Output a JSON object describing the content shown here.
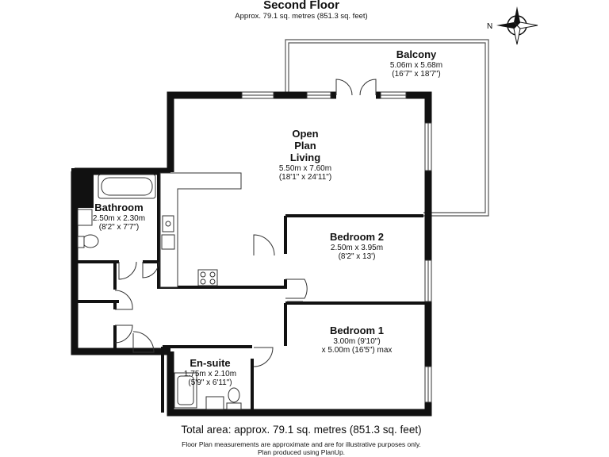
{
  "header": {
    "title": "Second Floor",
    "subtitle": "Approx. 79.1 sq. metres (851.3 sq. feet)"
  },
  "compass": {
    "label": "N"
  },
  "rooms": {
    "balcony": {
      "name": "Balcony",
      "dims": "5.06m x 5.68m",
      "imperial": "(16'7\" x 18'7\")"
    },
    "living": {
      "name_lines": [
        "Open",
        "Plan",
        "Living"
      ],
      "dims": "5.50m x 7.60m",
      "imperial": "(18'1\" x 24'11\")"
    },
    "bathroom": {
      "name": "Bathroom",
      "dims": "2.50m x 2.30m",
      "imperial": "(8'2\" x 7'7\")"
    },
    "bedroom2": {
      "name": "Bedroom 2",
      "dims": "2.50m x 3.95m",
      "imperial": "(8'2\" x 13')"
    },
    "bedroom1": {
      "name": "Bedroom 1",
      "dims": "3.00m (9'10\")",
      "imperial": "x 5.00m (16'5\") max"
    },
    "ensuite": {
      "name": "En-suite",
      "dims": "1.75m x 2.10m",
      "imperial": "(5'9\" x 6'11\")"
    }
  },
  "footer": {
    "total": "Total area: approx. 79.1 sq. metres (851.3 sq. feet)",
    "disclaimer_1": "Floor Plan measurements are approximate and are for illustrative purposes only.",
    "disclaimer_2": "Plan produced using PlanUp."
  },
  "colors": {
    "wall": "#111111",
    "line": "#444444",
    "background": "#ffffff"
  }
}
